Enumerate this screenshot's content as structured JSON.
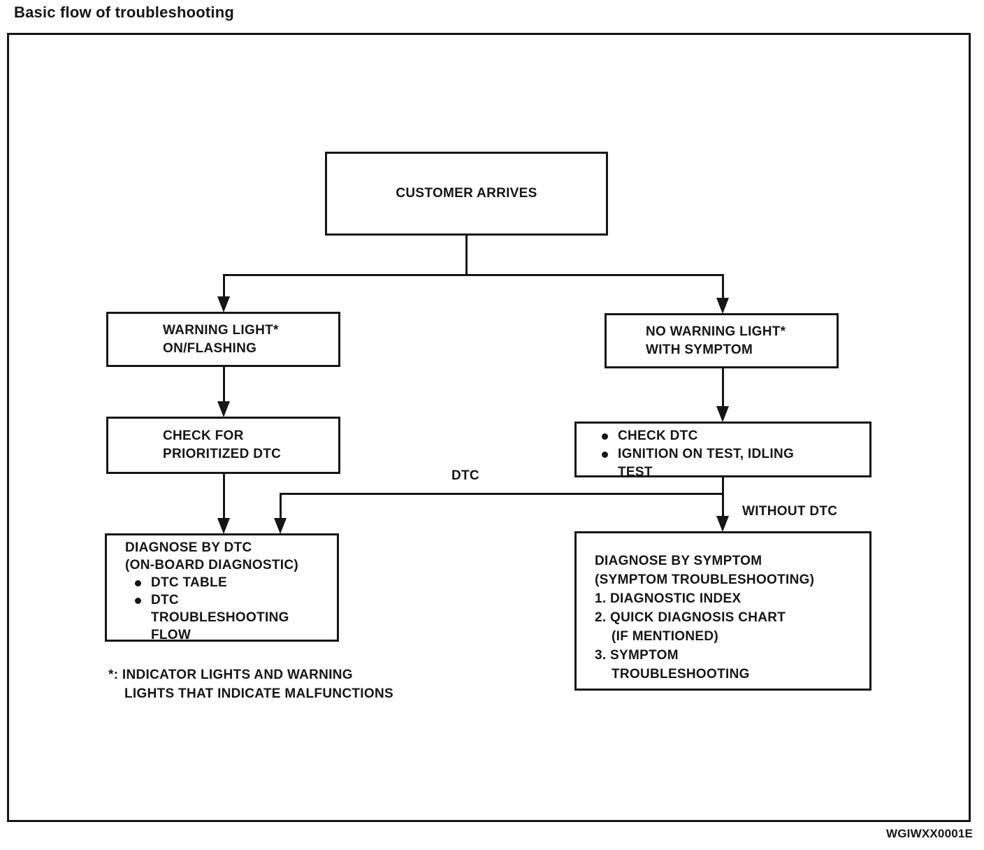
{
  "title": "Basic flow of troubleshooting",
  "figure_code": "WGIWXX0001E",
  "colors": {
    "ink": "#161616",
    "background": "#ffffff"
  },
  "flowchart": {
    "nodes": {
      "customer_arrives": {
        "label": "CUSTOMER ARRIVES"
      },
      "warning_light": {
        "lines": [
          "WARNING LIGHT*",
          "ON/FLASHING"
        ]
      },
      "no_warning_light": {
        "lines": [
          "NO WARNING LIGHT*",
          "WITH SYMPTOM"
        ]
      },
      "check_prioritized_dtc": {
        "lines": [
          "CHECK FOR",
          "PRIORITIZED DTC"
        ]
      },
      "check_dtc_tests": {
        "lines": [
          "CHECK DTC",
          "IGNITION ON TEST, IDLING",
          "TEST"
        ]
      },
      "diagnose_by_dtc": {
        "lines": [
          "DIAGNOSE BY DTC",
          "(ON-BOARD DIAGNOSTIC)",
          "DTC TABLE",
          "DTC",
          "TROUBLESHOOTING",
          "FLOW"
        ]
      },
      "diagnose_by_symptom": {
        "lines": [
          "DIAGNOSE BY SYMPTOM",
          "(SYMPTOM TROUBLESHOOTING)",
          "1. DIAGNOSTIC INDEX",
          "2. QUICK DIAGNOSIS CHART",
          "(IF MENTIONED)",
          "3. SYMPTOM",
          "TROUBLESHOOTING"
        ]
      }
    },
    "edge_labels": {
      "dtc": "DTC",
      "without_dtc": "WITHOUT DTC"
    },
    "footnote": {
      "lines": [
        "*: INDICATOR LIGHTS AND WARNING",
        "LIGHTS THAT INDICATE MALFUNCTIONS"
      ]
    }
  }
}
